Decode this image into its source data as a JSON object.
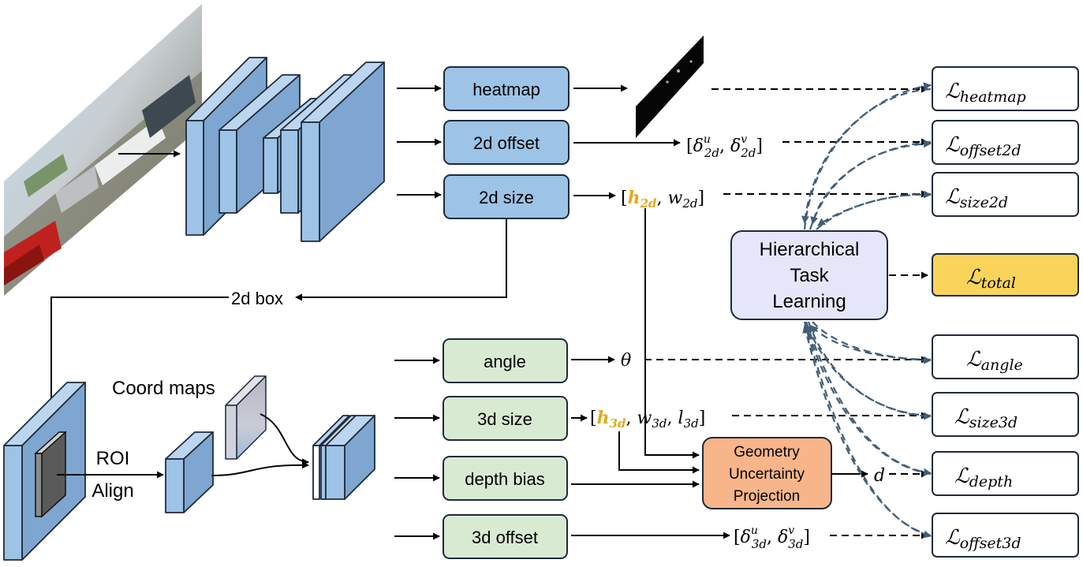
{
  "heads_2d": {
    "heatmap": "heatmap",
    "offset2d": "2d offset",
    "size2d": "2d size"
  },
  "heads_3d": {
    "angle": "angle",
    "size3d": "3d size",
    "depth_bias": "depth bias",
    "offset3d": "3d offset"
  },
  "labels": {
    "box2d": "2d box",
    "coord_maps": "Coord maps",
    "roi_line1": "ROI",
    "roi_line2": "Align",
    "htl_line1": "Hierarchical",
    "htl_line2": "Task",
    "htl_line3": "Learning",
    "gup_line1": "Geometry",
    "gup_line2": "Uncertainty",
    "gup_line3": "Projection"
  },
  "outputs": {
    "offset2d": {
      "open": "[",
      "var1": "δ",
      "sup1": "u",
      "sub1": "2d",
      "comma": ", ",
      "var2": "δ",
      "sup2": "v",
      "sub2": "2d",
      "close": "]"
    },
    "size2d": {
      "open": "[",
      "var1": "h",
      "sub1": "2d",
      "comma": ", ",
      "var2": "w",
      "sub2": "2d",
      "close": "]"
    },
    "angle": "θ",
    "size3d": {
      "open": "[",
      "var1": "h",
      "sub1": "3d",
      "comma1": ", ",
      "var2": "w",
      "sub2": "3d",
      "comma2": ", ",
      "var3": "l",
      "sub3": "3d",
      "close": "]"
    },
    "depth": "d",
    "offset3d": {
      "open": "[",
      "var1": "δ",
      "sup1": "u",
      "sub1": "3d",
      "comma": ", ",
      "var2": "δ",
      "sup2": "v",
      "sub2": "3d",
      "close": "]"
    }
  },
  "losses": {
    "symbol": "ℒ",
    "heatmap": "heatmap",
    "offset2d": "offset2d",
    "size2d": "size2d",
    "total": "total",
    "angle": "angle",
    "size3d": "size3d",
    "depth": "depth",
    "offset3d": "offset3d"
  },
  "colors": {
    "head2d_fill": "#9dc3e6",
    "head3d_fill": "#d9ead3",
    "layer_fill": "#9dc3e6",
    "htl_fill": "#e6e6fa",
    "gup_fill": "#f8b58a",
    "total_fill": "#fad45a",
    "highlight_h": "#e0ab1a",
    "dashed_arrow": "#415e78"
  }
}
